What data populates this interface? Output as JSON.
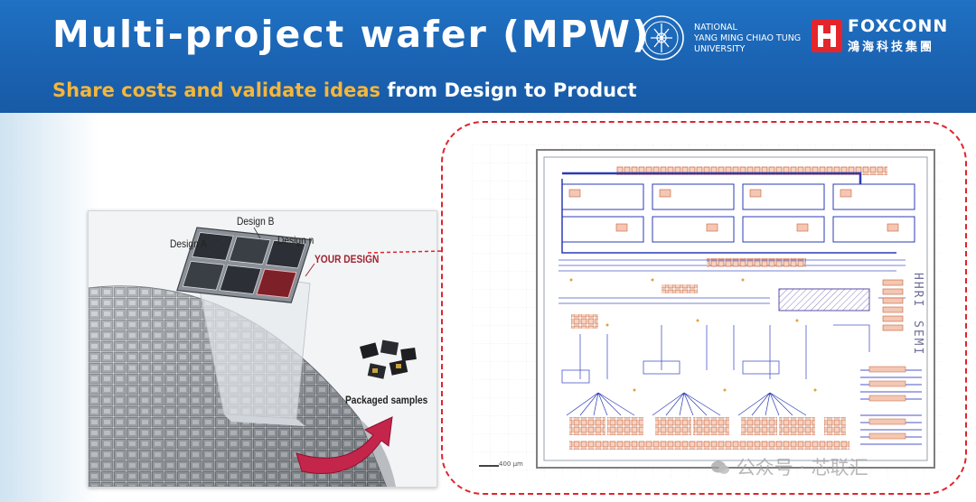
{
  "slide": {
    "title": "Multi-project wafer (MPW)",
    "subtitle_highlight": "Share costs and validate ideas",
    "subtitle_rest": " from Design to Product"
  },
  "logos": {
    "university_lines": [
      "NATIONAL",
      "YANG MING CHIAO TUNG",
      "UNIVERSITY"
    ],
    "company_name": "FOXCONN",
    "company_chinese": "鴻海科技集團"
  },
  "diagram": {
    "labels": {
      "design_a": "Design A",
      "design_b": "Design B",
      "design_n": "Design n",
      "your_design": "YOUR DESIGN",
      "packaged_samples": "Packaged samples"
    }
  },
  "layout_view": {
    "scale_bar": "400 µm",
    "chip_text_1": "HHRI",
    "chip_text_2": "SEMI"
  },
  "watermark": {
    "text": "公众号 · 芯联汇"
  },
  "colors": {
    "header_blue": "#1b63b3",
    "highlight_orange": "#f5b63a",
    "callout_red": "#e0232b",
    "layout_blue": "#2b3bb5"
  }
}
